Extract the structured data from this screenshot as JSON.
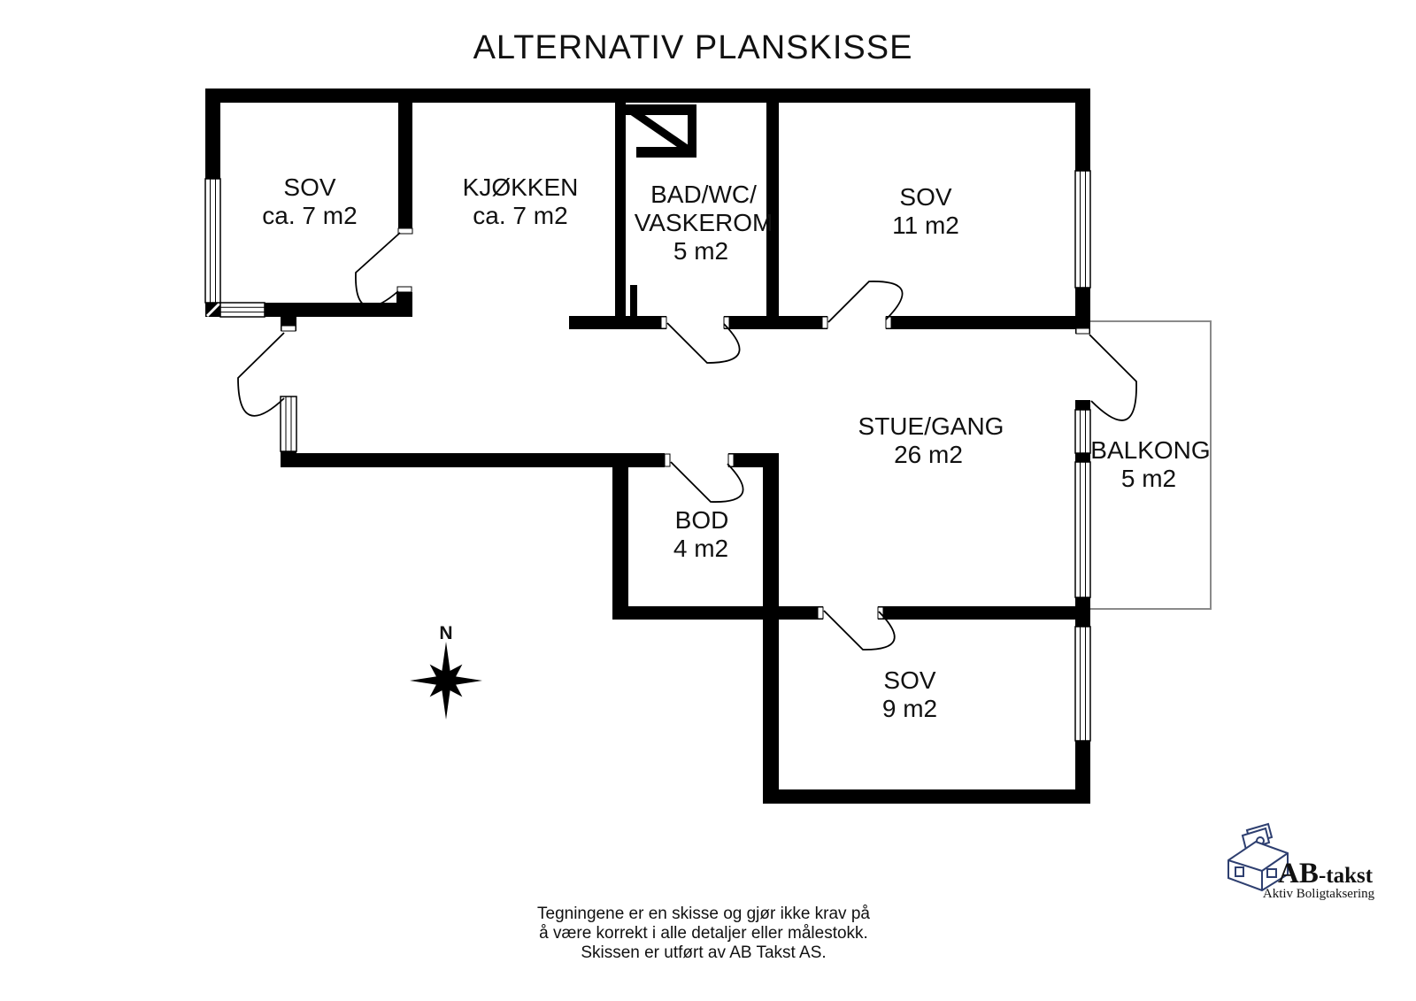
{
  "title": "ALTERNATIV PLANSKISSE",
  "compass": {
    "north_label": "N"
  },
  "rooms": [
    {
      "id": "sov-1",
      "lines": [
        "SOV",
        "ca. 7 m2"
      ]
    },
    {
      "id": "kjokken",
      "lines": [
        "KJØKKEN",
        "ca. 7 m2"
      ]
    },
    {
      "id": "bad-wc",
      "lines": [
        "BAD/WC/",
        "VASKEROM",
        "5 m2"
      ]
    },
    {
      "id": "sov-2",
      "lines": [
        "SOV",
        "11 m2"
      ]
    },
    {
      "id": "stue-gang",
      "lines": [
        "STUE/GANG",
        "26 m2"
      ]
    },
    {
      "id": "balkong",
      "lines": [
        "BALKONG",
        "5 m2"
      ]
    },
    {
      "id": "bod",
      "lines": [
        "BOD",
        "4 m2"
      ]
    },
    {
      "id": "sov-3",
      "lines": [
        "SOV",
        "9 m2"
      ]
    }
  ],
  "disclaimer": {
    "line1": "Tegningene er en skisse og gjør ikke krav på",
    "line2": "å være korrekt i alle detaljer eller målestokk.",
    "line3": "Skissen er utført av AB Takst AS."
  },
  "logo": {
    "brand_primary": "AB",
    "brand_suffix": "-takst",
    "tagline": "Aktiv Boligtaksering",
    "brand_color": "#a8262a",
    "tagline_color": "#3d4e63",
    "icon_color": "#2e3f70"
  }
}
